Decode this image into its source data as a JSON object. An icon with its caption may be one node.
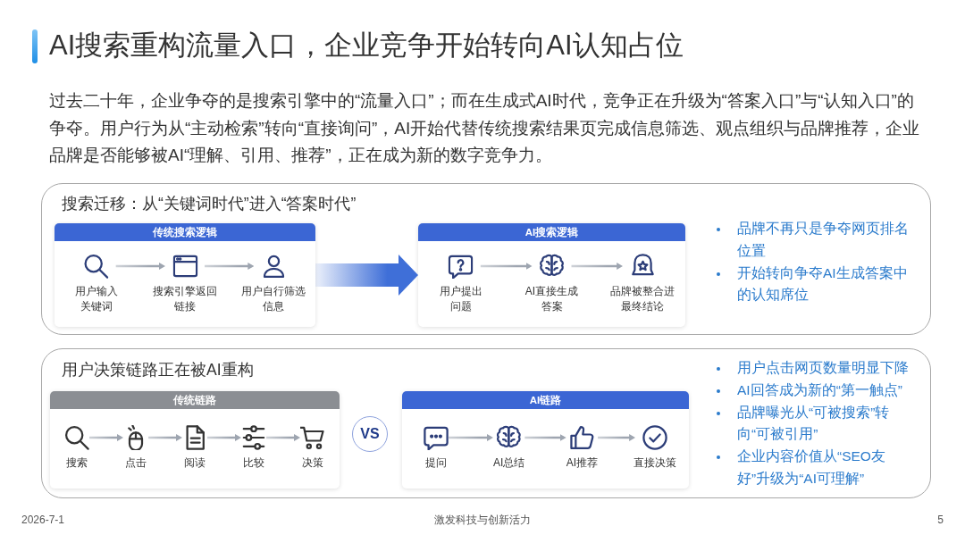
{
  "diagram": {
    "title": "AI搜索重构流量入口，企业竞争开始转向AI认知占位",
    "nodes": [
      {
        "text": [
          "搜索迁移：从“关键词时代”进入“答案时代”"
        ]
      },
      {
        "text": [
          "传统搜索逻辑"
        ],
        "in": 0
      },
      {
        "text": [
          "用户输入关键词"
        ],
        "in": 1
      },
      {
        "text": [
          "搜索引擎返回链接"
        ],
        "in": 1
      },
      {
        "text": [
          "用户自行筛选信息"
        ],
        "in": 1
      },
      {
        "text": [
          "AI搜索逻辑"
        ],
        "in": 0
      },
      {
        "text": [
          "用户提出问题"
        ],
        "in": 5
      },
      {
        "text": [
          "AI直接生成答案"
        ],
        "in": 5
      },
      {
        "text": [
          "品牌被整合进最终结论"
        ],
        "in": 5
      },
      {
        "text": [
          "用户决策链路正在被AI重构"
        ]
      },
      {
        "text": [
          "传统链路"
        ],
        "in": 9
      },
      {
        "text": [
          "搜索"
        ],
        "in": 10
      },
      {
        "text": [
          "点击"
        ],
        "in": 10
      },
      {
        "text": [
          "阅读"
        ],
        "in": 10
      },
      {
        "text": [
          "比较"
        ],
        "in": 10
      },
      {
        "text": [
          "决策"
        ],
        "in": 10
      },
      {
        "text": [
          "VS"
        ],
        "in": 9
      },
      {
        "text": [
          "AI链路"
        ],
        "in": 9
      },
      {
        "text": [
          "提问"
        ],
        "in": 17
      },
      {
        "text": [
          "AI总结"
        ],
        "in": 17
      },
      {
        "text": [
          "AI推荐"
        ],
        "in": 17
      },
      {
        "text": [
          "直接决策"
        ],
        "in": 17
      }
    ],
    "edges": [
      {
        "from": 2,
        "to": 3,
        "arrow": "to"
      },
      {
        "from": 3,
        "to": 4,
        "arrow": "to"
      },
      {
        "from": 1,
        "to": 5,
        "arrow": "to",
        "style": "thick",
        "color": "#3f6fd8"
      },
      {
        "from": 6,
        "to": 7,
        "arrow": "to"
      },
      {
        "from": 7,
        "to": 8,
        "arrow": "to"
      },
      {
        "from": 11,
        "to": 12,
        "arrow": "to"
      },
      {
        "from": 12,
        "to": 13,
        "arrow": "to"
      },
      {
        "from": 13,
        "to": 14,
        "arrow": "to"
      },
      {
        "from": 14,
        "to": 15,
        "arrow": "to"
      },
      {
        "from": 18,
        "to": 19,
        "arrow": "to"
      },
      {
        "from": 19,
        "to": 20,
        "arrow": "to"
      },
      {
        "from": 20,
        "to": 21,
        "arrow": "to"
      }
    ],
    "labels": [
      "过去二十年，企业争夺的是搜索引擎中的“流量入口”；而在生成式AI时代，竞争正在升级为“答案入口”与“认知入口”的争夺。用户行为从“主动检索”转向“直接询问”，AI开始代替传统搜索结果页完成信息筛选、观点组织与品牌推荐，企业品牌是否能够被AI“理解、引用、推荐”，正在成为新的数字竞争力。",
      "品牌不再只是争夺网页排名位置",
      "开始转向争夺AI生成答案中的认知席位",
      "用户点击网页数量明显下降",
      "AI回答成为新的“第一触点”",
      "品牌曝光从“可被搜索”转向“可被引用”",
      "企业内容价值从“SEO友好”升级为“AI可理解”",
      "2026-7-1",
      "激发科技与创新活力",
      "5"
    ]
  }
}
